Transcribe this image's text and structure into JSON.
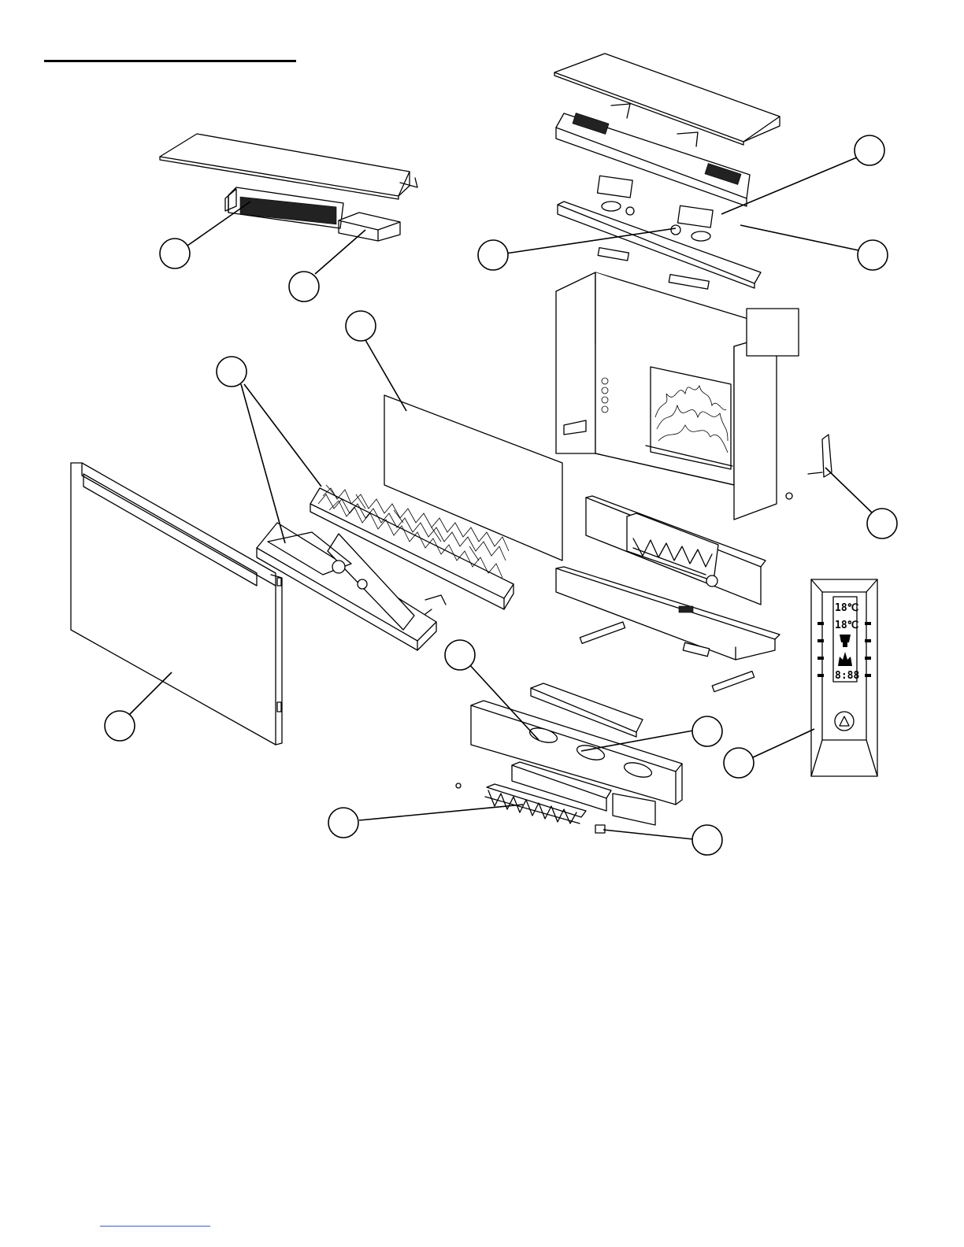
{
  "remote": {
    "display_temp_1": "18℃",
    "display_temp_2": "18℃",
    "display_timer": "8:88"
  },
  "callouts": [
    {
      "id": "callout-1",
      "label": ""
    },
    {
      "id": "callout-2",
      "label": ""
    },
    {
      "id": "callout-3",
      "label": ""
    },
    {
      "id": "callout-4",
      "label": ""
    },
    {
      "id": "callout-5",
      "label": ""
    },
    {
      "id": "callout-6",
      "label": ""
    },
    {
      "id": "callout-7",
      "label": ""
    },
    {
      "id": "callout-8",
      "label": ""
    },
    {
      "id": "callout-9",
      "label": ""
    },
    {
      "id": "callout-10",
      "label": ""
    },
    {
      "id": "callout-11",
      "label": ""
    },
    {
      "id": "callout-12",
      "label": ""
    },
    {
      "id": "callout-13",
      "label": ""
    },
    {
      "id": "callout-14",
      "label": ""
    },
    {
      "id": "callout-15",
      "label": ""
    }
  ]
}
